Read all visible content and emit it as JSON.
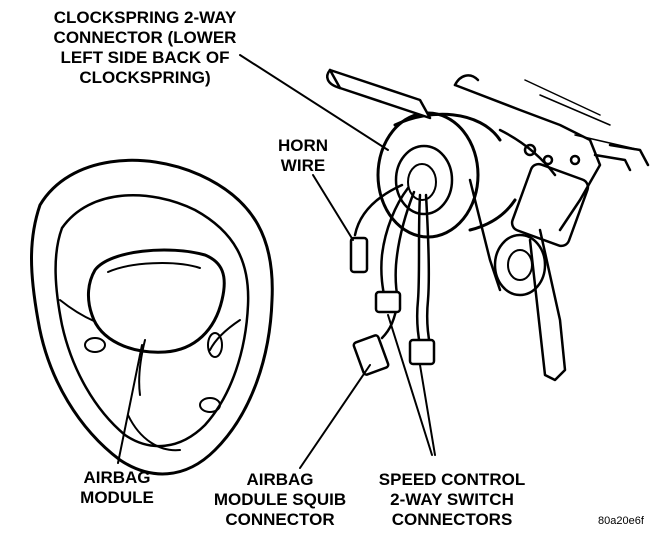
{
  "callouts": {
    "clockspring_connector": {
      "lines": [
        "CLOCKSPRING 2-WAY",
        "CONNECTOR (LOWER",
        "LEFT SIDE BACK OF",
        "CLOCKSPRING)"
      ]
    },
    "horn_wire": {
      "lines": [
        "HORN",
        "WIRE"
      ]
    },
    "airbag_module": {
      "lines": [
        "AIRBAG",
        "MODULE"
      ]
    },
    "airbag_squib": {
      "lines": [
        "AIRBAG",
        "MODULE SQUIB",
        "CONNECTOR"
      ]
    },
    "speed_control": {
      "lines": [
        "SPEED CONTROL",
        "2-WAY SWITCH",
        "CONNECTORS"
      ]
    }
  },
  "figure_code": "80a20e6f",
  "colors": {
    "ink": "#000000",
    "paper": "#ffffff"
  }
}
